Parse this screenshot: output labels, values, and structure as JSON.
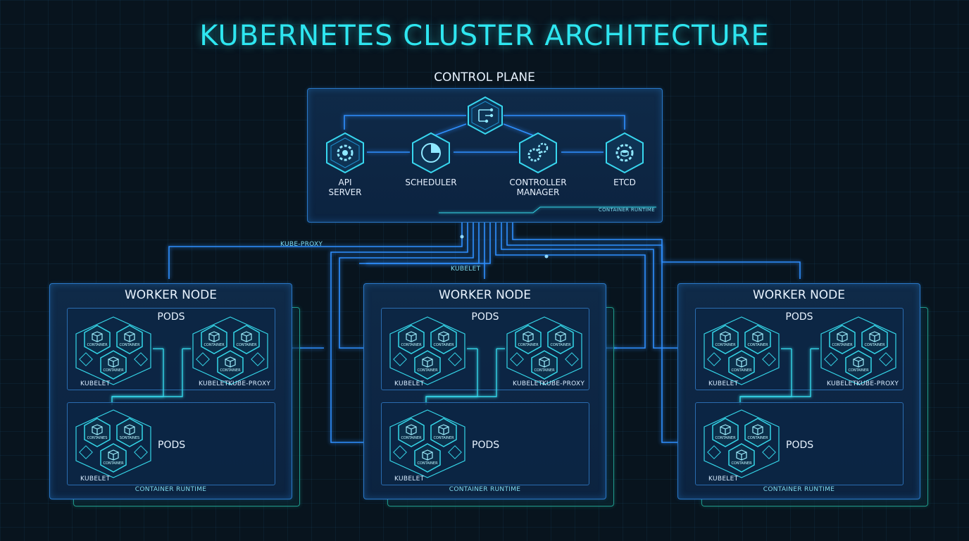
{
  "title": "KUBERNETES CLUSTER ARCHITECTURE",
  "control_plane": {
    "label": "CONTROL PLANE",
    "components": [
      {
        "label": "API\nSERVER",
        "icon": "gear-icon"
      },
      {
        "label": "SCHEDULER",
        "icon": "pie-chart-icon"
      },
      {
        "label": "CONTROLLER\nMANAGER",
        "icon": "gears-icon"
      },
      {
        "label": "ETCD",
        "icon": "database-icon"
      }
    ],
    "hub_icon": "network-icon",
    "footer": "CONTAINER RUNTIME"
  },
  "links": {
    "kube_proxy": "KUBE-PROXY",
    "kubelet": "KUBELET"
  },
  "worker_nodes": [
    {
      "title": "WORKER NODE",
      "pods_top": "PODS",
      "pods_bottom": "PODS",
      "kubelet_left": "KUBELET",
      "kubelet_right": "KUBELET",
      "kube_proxy": "KUBE-PROXY",
      "kubelet_bottom": "KUBELET",
      "runtime": "CONTAINER RUNTIME",
      "left_pod_containers": [
        "CONTAINER",
        "CONTAINER",
        "CONTAINER"
      ],
      "right_pod_containers": [
        "CONTAINER",
        "CONTAINER",
        "CONTAINER"
      ],
      "bottom_pod_containers": [
        "CONTAINES",
        "SONTAINES",
        "CONTAINER"
      ]
    },
    {
      "title": "WORKER NODE",
      "pods_top": "PODS",
      "pods_bottom": "PODS",
      "kubelet_left": "KUBELET",
      "kubelet_right": "KUBELET",
      "kube_proxy": "KUBE-PROXY",
      "kubelet_bottom": "KUBELET",
      "runtime": "CONTAINER RUNTIME",
      "left_pod_containers": [
        "CONTAINER",
        "CONTAINER",
        "CONTAINER"
      ],
      "right_pod_containers": [
        "CONTAINER",
        "CONTAINER",
        "CONTAINER"
      ],
      "bottom_pod_containers": [
        "CONTAINER",
        "CONTAINER",
        "CONTAINER"
      ]
    },
    {
      "title": "WORKER NODE",
      "pods_top": "PODS",
      "pods_bottom": "PODS",
      "kubelet_left": "KUBELET",
      "kubelet_right": "KUBELET",
      "kube_proxy": "KUBE-PROXY",
      "kubelet_bottom": "KUBELET",
      "runtime": "CONTAINER RUNTIME",
      "left_pod_containers": [
        "CONTAINER",
        "CONTAINER",
        "CONTAINER"
      ],
      "right_pod_containers": [
        "CONTAINER",
        "CONTAINER",
        "CONTAINER"
      ],
      "bottom_pod_containers": [
        "CONTAINER",
        "CONTAINER",
        "CONTAINER"
      ]
    }
  ],
  "colors": {
    "title": "#2ee6f0",
    "wire": "#2f8fff",
    "accent_teal": "#35d6e8",
    "panel_border": "#2a78c8",
    "background": "#08141e"
  }
}
